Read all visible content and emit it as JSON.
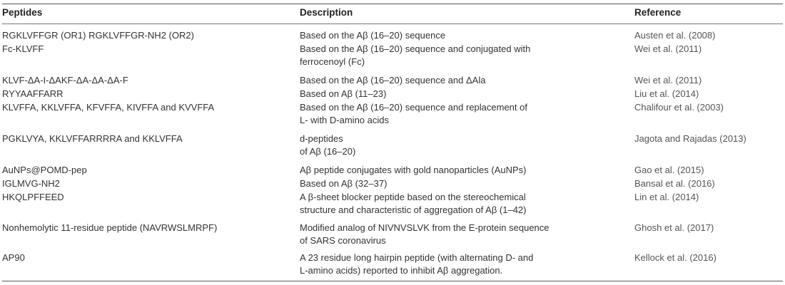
{
  "headers": {
    "peptides": "Peptides",
    "description": "Description",
    "reference": "Reference"
  },
  "rows": [
    {
      "peptide": "RGKLVFFGR (OR1) RGKLVFFGR-NH2 (OR2)",
      "desc": [
        "Based on the Aβ (16–20) sequence"
      ],
      "ref": "Austen et al. (2008)"
    },
    {
      "peptide": "Fc-KLVFF",
      "desc": [
        "Based on the Aβ (16–20) sequence and conjugated with",
        "ferrocenoyl (Fc)"
      ],
      "ref": "Wei et al. (2011)"
    },
    {
      "peptide": "KLVF-ΔA-I-ΔAKF-ΔA-ΔA-ΔA-F",
      "desc": [
        "Based on the Aβ (16–20) sequence and ΔAla"
      ],
      "ref": "Wei et al. (2011)"
    },
    {
      "peptide": "RYYAAFFARR",
      "desc": [
        "Based on Aβ (11–23)"
      ],
      "ref": "Liu et al. (2014)"
    },
    {
      "peptide": "KLVFFA, KKLVFFA, KFVFFA, KIVFFA and KVVFFA",
      "desc": [
        "Based on the Aβ (16–20) sequence and replacement of",
        "L- with D-amino acids"
      ],
      "ref": "Chalifour et al. (2003)"
    },
    {
      "peptide": "PGKLVYA, KKLVFFARRRRA and KKLVFFA",
      "desc": [
        "d-peptides",
        "of Aβ (16–20)"
      ],
      "ref": "Jagota and Rajadas (2013)"
    },
    {
      "peptide": "AuNPs@POMD-pep",
      "desc": [
        "Aβ peptide conjugates with gold nanoparticles (AuNPs)"
      ],
      "ref": "Gao et al. (2015)"
    },
    {
      "peptide": "IGLMVG-NH2",
      "desc": [
        "Based on Aβ (32–37)"
      ],
      "ref": "Bansal et al. (2016)"
    },
    {
      "peptide": "HKQLPFFEED",
      "desc": [
        "A β-sheet blocker peptide based on the stereochemical",
        "structure and characteristic of aggregation of Aβ (1–42)"
      ],
      "ref": "Lin et al. (2014)"
    },
    {
      "peptide": "Nonhemolytic 11-residue peptide (NAVRWSLMRPF)",
      "desc": [
        "Modified analog of NIVNVSLVK from the E-protein sequence",
        "of SARS coronavirus"
      ],
      "ref": "Ghosh et al. (2017)"
    },
    {
      "peptide": "AP90",
      "desc": [
        "A 23 residue long hairpin peptide (with alternating D- and",
        "L-amino acids) reported to inhibit Aβ aggregation."
      ],
      "ref": "Kellock et al. (2016)"
    }
  ]
}
